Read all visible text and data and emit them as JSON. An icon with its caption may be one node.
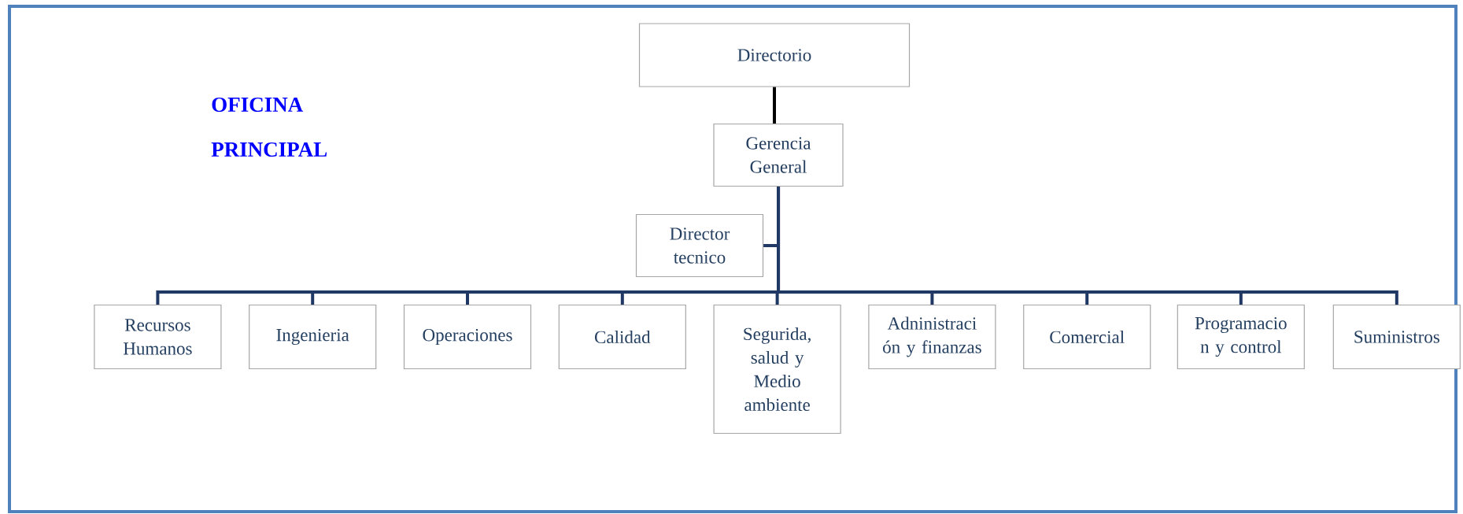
{
  "diagram": {
    "nodes": [
      {
        "text": [
          "Directorio"
        ]
      },
      {
        "text": [
          "Gerencia General"
        ]
      },
      {
        "text": [
          "Director tecnico"
        ]
      },
      {
        "text": [
          "Recursos Humanos"
        ]
      },
      {
        "text": [
          "Ingenieria"
        ]
      },
      {
        "text": [
          "Operaciones"
        ]
      },
      {
        "text": [
          "Calidad"
        ]
      },
      {
        "text": [
          "Segurida, salud y Medio ambiente"
        ]
      },
      {
        "text": [
          "Adninistraci ón y finanzas"
        ]
      },
      {
        "text": [
          "Comercial"
        ]
      },
      {
        "text": [
          "Programacio n y control"
        ]
      },
      {
        "text": [
          "Suministros"
        ]
      }
    ],
    "edges": [
      {
        "from": 0,
        "to": 1,
        "arrow": "none",
        "color": "#000000"
      },
      {
        "from": 1,
        "to": 2,
        "arrow": "none"
      },
      {
        "from": 1,
        "to": 3,
        "arrow": "none"
      },
      {
        "from": 1,
        "to": 4,
        "arrow": "none"
      },
      {
        "from": 1,
        "to": 5,
        "arrow": "none"
      },
      {
        "from": 1,
        "to": 6,
        "arrow": "none"
      },
      {
        "from": 1,
        "to": 7,
        "arrow": "none"
      },
      {
        "from": 1,
        "to": 8,
        "arrow": "none"
      },
      {
        "from": 1,
        "to": 9,
        "arrow": "none"
      },
      {
        "from": 1,
        "to": 10,
        "arrow": "none"
      },
      {
        "from": 1,
        "to": 11,
        "arrow": "none"
      }
    ],
    "labels": [
      "OFICINA",
      "PRINCIPAL"
    ]
  }
}
